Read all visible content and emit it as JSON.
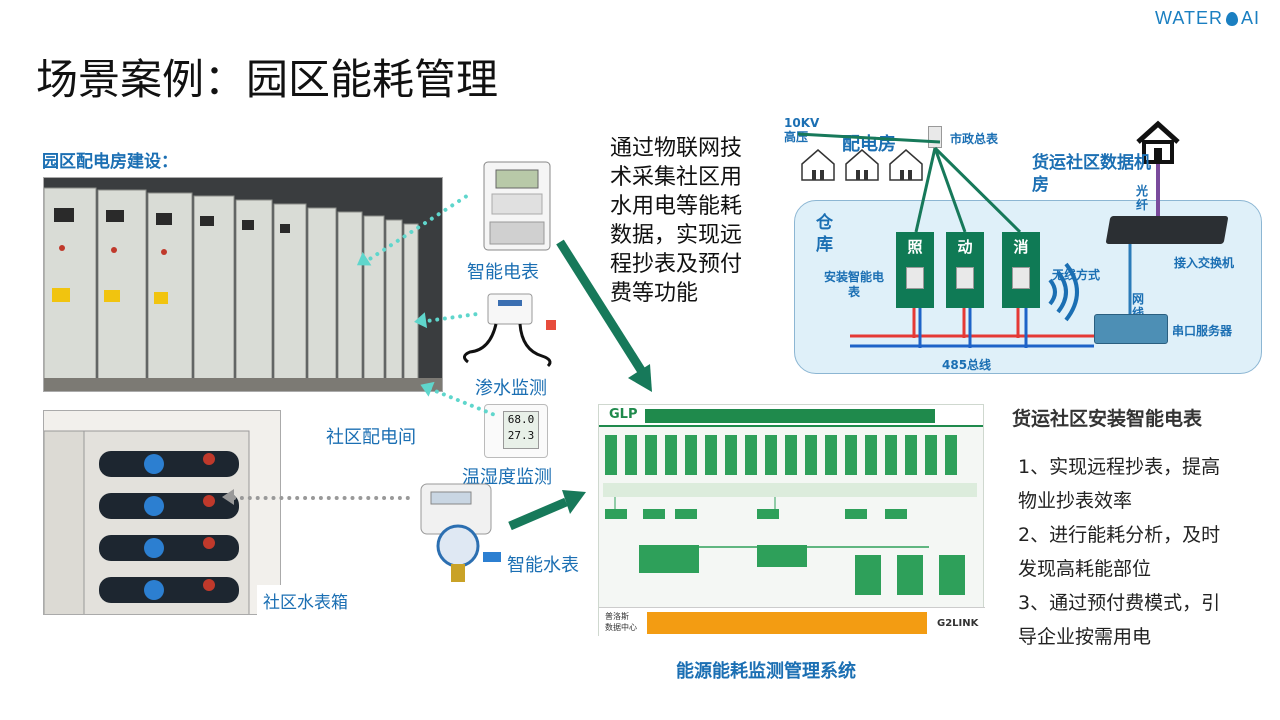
{
  "logo": {
    "text_left": "WATER",
    "text_right": "AI"
  },
  "title": "场景案例：园区能耗管理",
  "labels": {
    "substation_build": "园区配电房建设：",
    "community_room": "社区配电间",
    "water_box": "社区水表箱",
    "smart_meter": "智能电表",
    "leak_monitor": "渗水监测",
    "temp_humidity": "温湿度监测",
    "smart_water": "智能水表",
    "thermo_readout": "68.0\n27.3"
  },
  "description": "通过物联网技术采集社区用水用电等能耗数据，实现远程抄表及预付费等功能",
  "diagram": {
    "hv": "10KV高压",
    "substation": "配电房",
    "city_meter": "市政总表",
    "datacenter": "货运社区数据机房",
    "fiber": "光纤",
    "warehouse": "仓库",
    "units": [
      "照",
      "动",
      "消"
    ],
    "install_meter": "安装智能电表",
    "wireless": "无线方式",
    "switch": "接入交换机",
    "network": "网线",
    "serial_server": "串口服务器",
    "bus485": "485总线"
  },
  "right_panel": {
    "title": "货运社区安装智能电表",
    "items": [
      "1、实现远程抄表，提高物业抄表效率",
      "2、进行能耗分析，及时发现高耗能部位",
      "3、通过预付费模式，引导企业按需用电"
    ]
  },
  "system": {
    "caption": "能源能耗监测管理系统",
    "brand_left": "GLP",
    "brand_right": "G2LINK",
    "footer_left": "普洛斯\n数据中心"
  },
  "colors": {
    "accent_blue": "#1b6fb3",
    "accent_green": "#0f7a55",
    "teal_dots": "#5fd6cc"
  }
}
